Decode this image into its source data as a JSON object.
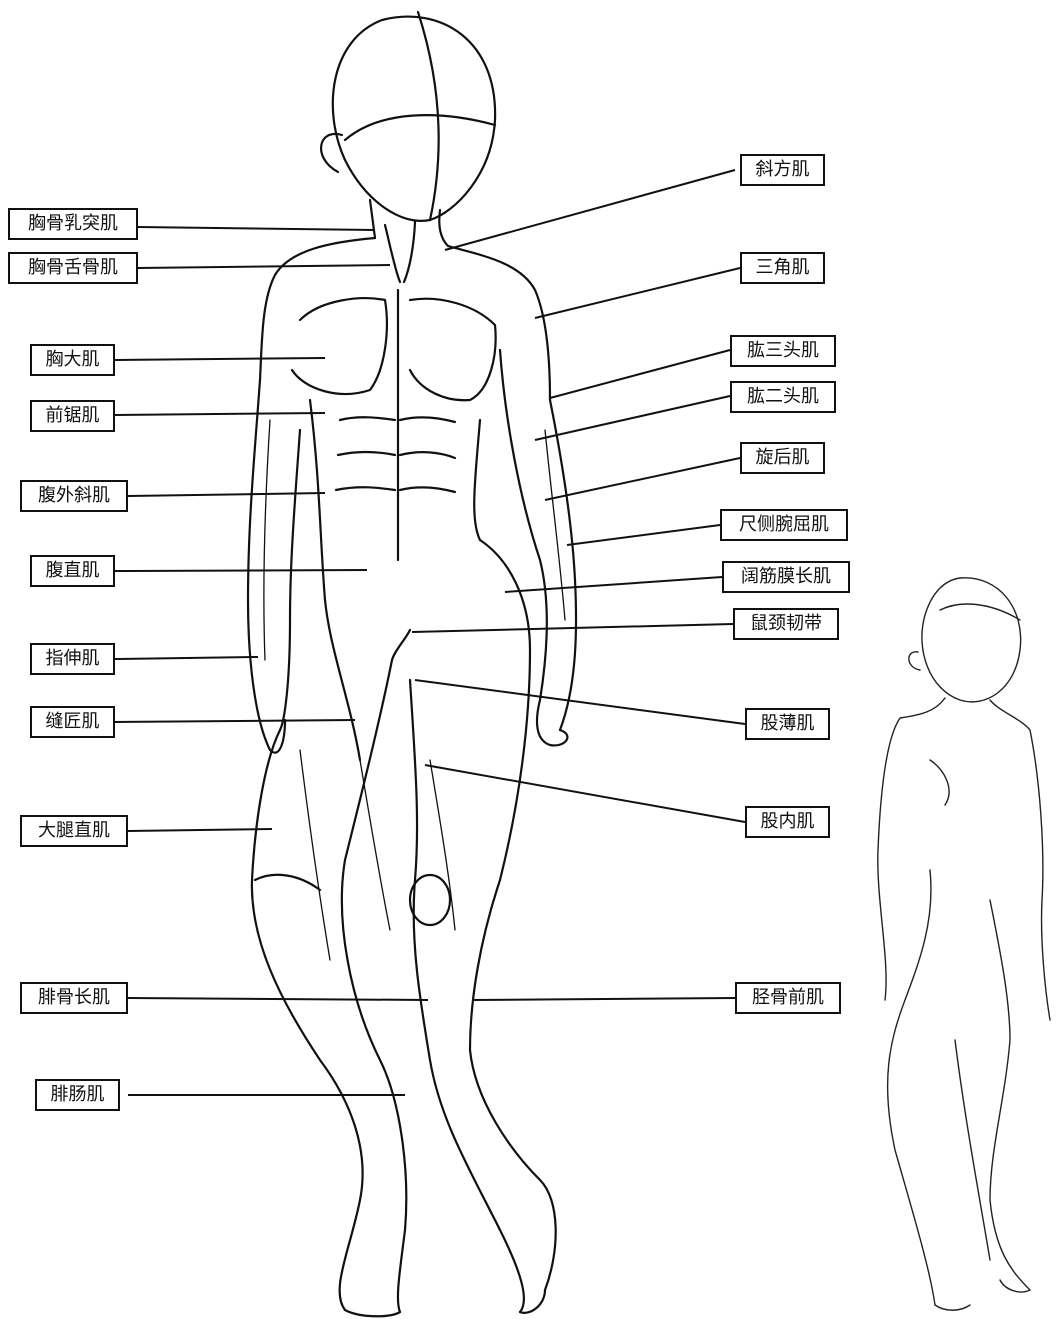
{
  "labels_left": [
    {
      "id": "l1",
      "text": "胸骨乳突肌"
    },
    {
      "id": "l2",
      "text": "胸骨舌骨肌"
    },
    {
      "id": "l3",
      "text": "胸大肌"
    },
    {
      "id": "l4",
      "text": "前锯肌"
    },
    {
      "id": "l5",
      "text": "腹外斜肌"
    },
    {
      "id": "l6",
      "text": "腹直肌"
    },
    {
      "id": "l7",
      "text": "指伸肌"
    },
    {
      "id": "l8",
      "text": "缝匠肌"
    },
    {
      "id": "l9",
      "text": "大腿直肌"
    },
    {
      "id": "l10",
      "text": "腓骨长肌"
    },
    {
      "id": "l11",
      "text": "腓肠肌"
    }
  ],
  "labels_right": [
    {
      "id": "r1",
      "text": "斜方肌"
    },
    {
      "id": "r2",
      "text": "三角肌"
    },
    {
      "id": "r3",
      "text": "肱三头肌"
    },
    {
      "id": "r4",
      "text": "肱二头肌"
    },
    {
      "id": "r5",
      "text": "旋后肌"
    },
    {
      "id": "r6",
      "text": "尺侧腕屈肌"
    },
    {
      "id": "r7",
      "text": "阔筋膜长肌"
    },
    {
      "id": "r8",
      "text": "鼠颈韧带"
    },
    {
      "id": "r9",
      "text": "股薄肌"
    },
    {
      "id": "r10",
      "text": "股内肌"
    },
    {
      "id": "r11",
      "text": "胫骨前肌"
    }
  ]
}
